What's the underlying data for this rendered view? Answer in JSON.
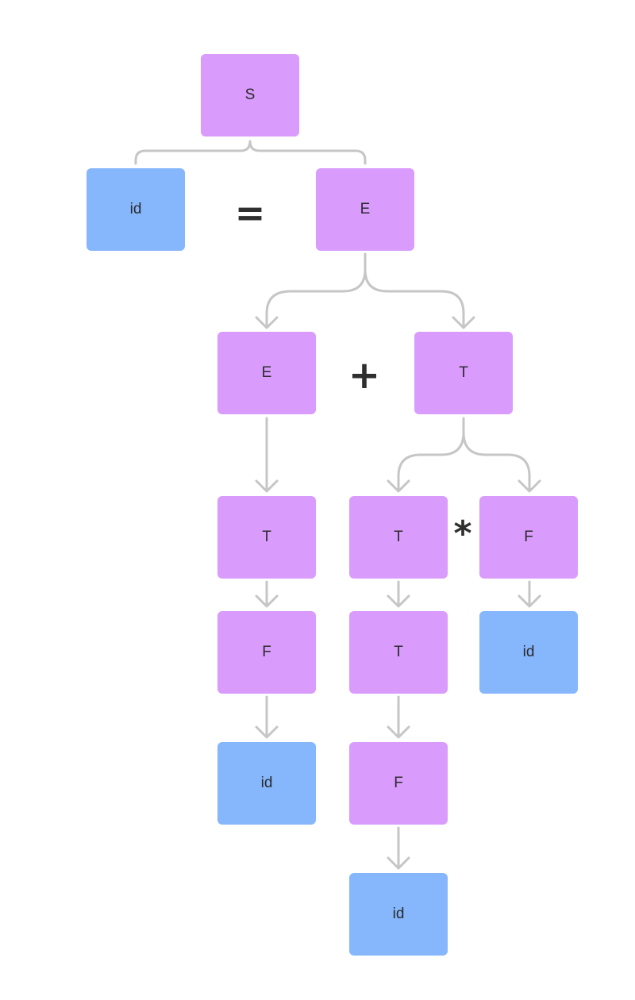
{
  "nodes": {
    "s": "S",
    "id_top": "id",
    "e_top": "E",
    "e_left": "E",
    "t_right": "T",
    "t_left_chain": "T",
    "t_mid": "T",
    "f_right": "F",
    "f_left_chain": "F",
    "t_mid_lower": "T",
    "id_right": "id",
    "id_left_chain": "id",
    "f_mid": "F",
    "id_mid": "id"
  },
  "operators": {
    "equals": "=",
    "plus": "+",
    "times": "*"
  },
  "colors": {
    "nonterminal": "#d99bfc",
    "terminal": "#86b6fc",
    "edge": "#c6c6c6",
    "operator": "#2f2f2f"
  }
}
